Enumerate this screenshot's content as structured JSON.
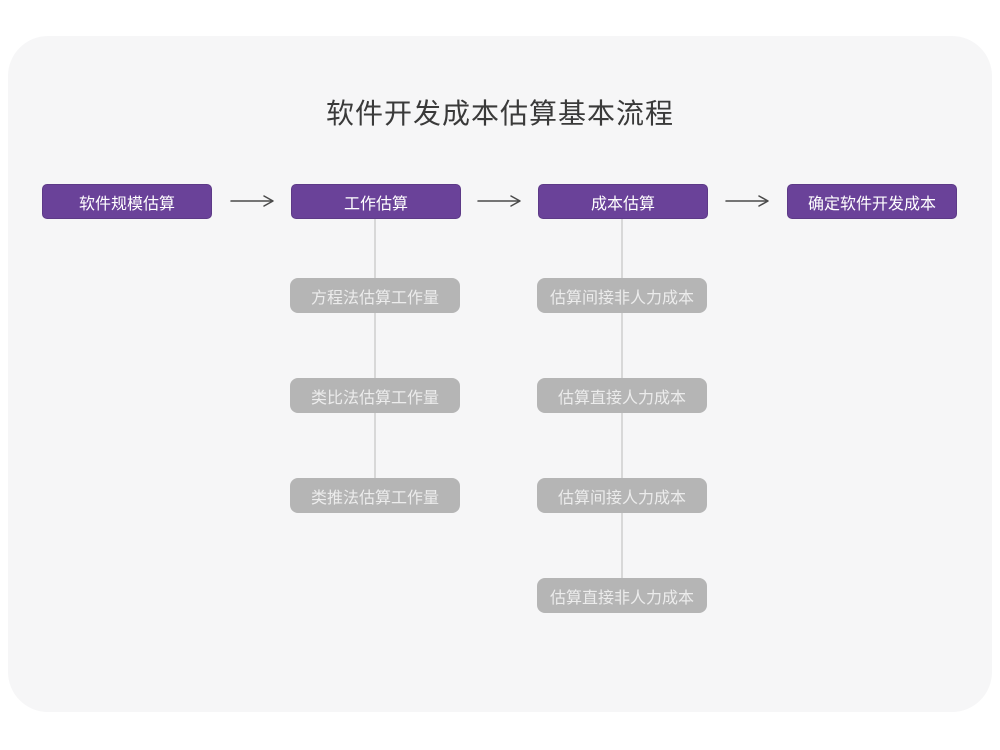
{
  "title": "软件开发成本估算基本流程",
  "colors": {
    "page_bg": "#ffffff",
    "card_bg": "#f6f6f7",
    "node_purple": "#6a4299",
    "node_purple_border": "#5d3a87",
    "node_text": "#ffffff",
    "node_gray": "#b5b5b5",
    "gray_text": "#ececec",
    "connector": "#d8d8d8",
    "arrow": "#4a4a4a",
    "title_color": "#3a3a3a"
  },
  "flow": {
    "main_nodes": [
      {
        "label": "软件规模估算"
      },
      {
        "label": "工作估算"
      },
      {
        "label": "成本估算"
      },
      {
        "label": "确定软件开发成本"
      }
    ],
    "work_estimation_methods": [
      {
        "label": "方程法估算工作量"
      },
      {
        "label": "类比法估算工作量"
      },
      {
        "label": "类推法估算工作量"
      }
    ],
    "cost_estimation_steps": [
      {
        "label": "估算间接非人力成本"
      },
      {
        "label": "估算直接人力成本"
      },
      {
        "label": "估算间接人力成本"
      },
      {
        "label": "估算直接非人力成本"
      }
    ]
  }
}
